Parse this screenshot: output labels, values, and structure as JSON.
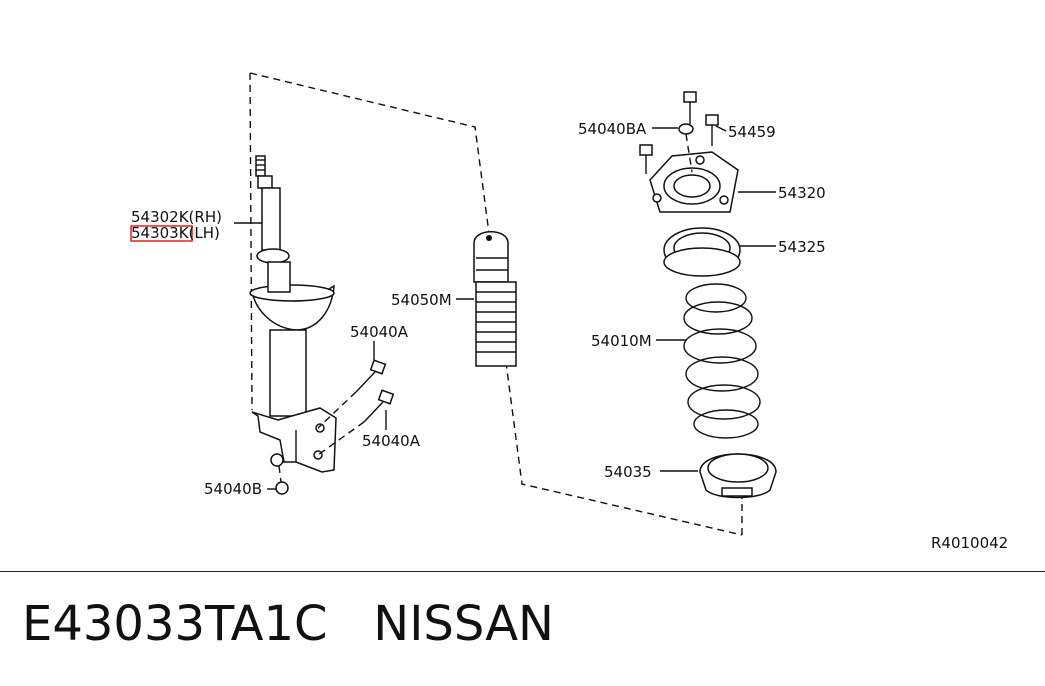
{
  "diagram": {
    "labels": {
      "strut_rh": "54302K(RH)",
      "strut_lh": "54303K(LH)",
      "bolt_upper": "54040A",
      "bolt_lower": "54040A",
      "nut": "54040B",
      "bumper": "54050M",
      "nut_upper": "54040BA",
      "bolt_top": "54459",
      "mount": "54320",
      "bearing": "54325",
      "spring": "54010M",
      "seat": "54035",
      "ref_code": "R4010042"
    },
    "highlight_color": "#e03030"
  },
  "caption": {
    "part_number": "E43033TA1C",
    "brand": "NISSAN"
  }
}
